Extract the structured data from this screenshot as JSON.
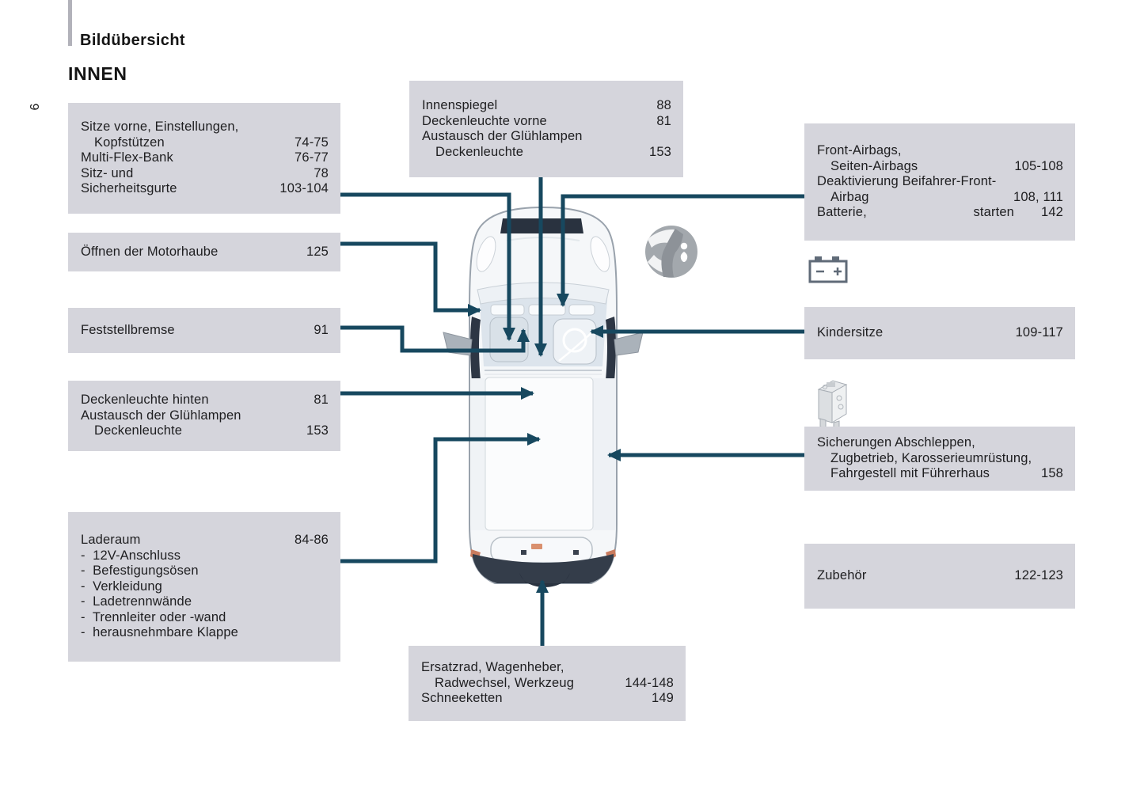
{
  "page": {
    "header": "Bildübersicht",
    "section": "INNEN",
    "page_number": "6"
  },
  "colors": {
    "box_bg": "#d5d5dc",
    "callout_line": "#17485f",
    "dark_detail": "#2d3644",
    "accent_orange": "#d9906e"
  },
  "icons": {
    "airbag": "airbag-warning-icon",
    "battery": "battery-icon",
    "fusebox": "fuse-box-icon"
  },
  "boxes": {
    "front_seats": {
      "lines": [
        {
          "label": "Sitze vorne, Einstellungen,",
          "pages": ""
        },
        {
          "label": "Kopfstützen",
          "pages": "74-75"
        },
        {
          "label": "Multi-Flex-Bank",
          "pages": "76-77"
        },
        {
          "label": "Sitz- und",
          "pages": "78"
        },
        {
          "label": "Sicherheitsgurte",
          "pages": "103-104"
        }
      ]
    },
    "bonnet": {
      "lines": [
        {
          "label": "Öffnen der Motorhaube",
          "pages": "125"
        }
      ]
    },
    "parking_brake": {
      "lines": [
        {
          "label": "Feststellbremse",
          "pages": "91"
        }
      ]
    },
    "rear_ceiling_light": {
      "lines": [
        {
          "label": "Deckenleuchte hinten",
          "pages": "81"
        },
        {
          "label": "Austausch der Glühlampen",
          "pages": ""
        },
        {
          "label": "Deckenleuchte",
          "pages": "153"
        }
      ]
    },
    "cargo": {
      "lines": [
        {
          "label": "Laderaum",
          "pages": "84-86"
        },
        {
          "label": "-  12V-Anschluss",
          "pages": ""
        },
        {
          "label": "-  Befestigungsösen",
          "pages": ""
        },
        {
          "label": "-  Verkleidung",
          "pages": ""
        },
        {
          "label": "-  Ladetrennwände",
          "pages": ""
        },
        {
          "label": "-  Trennleiter oder -wand",
          "pages": ""
        },
        {
          "label": "-  herausnehmbare Klappe",
          "pages": ""
        }
      ]
    },
    "mirror_light": {
      "lines": [
        {
          "label": "Innenspiegel",
          "pages": "88"
        },
        {
          "label": "Deckenleuchte vorne",
          "pages": "81"
        },
        {
          "label": "Austausch der Glühlampen",
          "pages": ""
        },
        {
          "label": "Deckenleuchte",
          "pages": "153"
        }
      ]
    },
    "spare_wheel": {
      "lines": [
        {
          "label": "Ersatzrad, Wagenheber,",
          "pages": ""
        },
        {
          "label": "Radwechsel, Werkzeug",
          "pages": "144-148"
        },
        {
          "label": "Schneeketten",
          "pages": "149"
        }
      ]
    },
    "airbags": {
      "lines": [
        {
          "label": "Front-Airbags,",
          "pages": ""
        },
        {
          "label": "Seiten-Airbags",
          "pages": "105-108"
        },
        {
          "label": "Deaktivierung Beifahrer-Front-",
          "pages": ""
        },
        {
          "label": "Airbag",
          "pages": "108, 111"
        },
        {
          "label": "Batterie,",
          "mid": "starten",
          "pages": "142"
        }
      ]
    },
    "child_seats": {
      "lines": [
        {
          "label": "Kindersitze",
          "pages": "109-117"
        }
      ]
    },
    "fuses": {
      "lines": [
        {
          "label": "Sicherungen Abschleppen,",
          "pages": ""
        },
        {
          "label": "Zugbetrieb, Karosserieumrüstung,",
          "pages": ""
        },
        {
          "label": "Fahrgestell mit Führerhaus",
          "pages": "158"
        }
      ]
    },
    "accessories": {
      "lines": [
        {
          "label": "Zubehör",
          "pages": "122-123"
        }
      ]
    }
  }
}
